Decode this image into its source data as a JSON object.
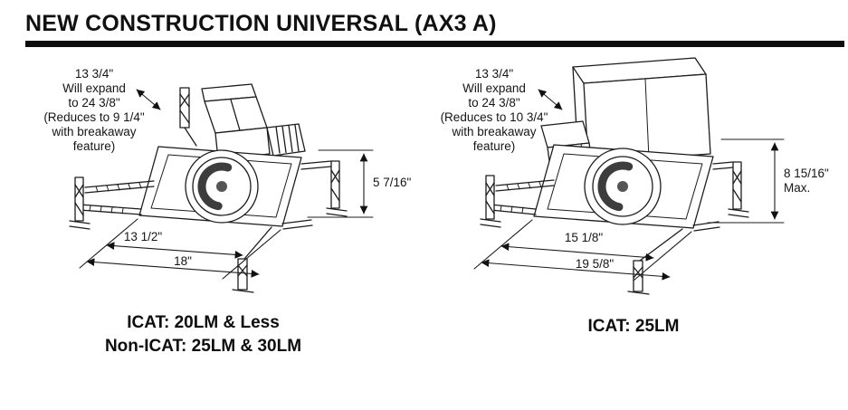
{
  "title": "NEW CONSTRUCTION UNIVERSAL (AX3 A)",
  "diagrams": {
    "left": {
      "expand_note": "13 3/4\"\nWill expand\nto 24 3/8\"\n(Reduces to 9 1/4\"\nwith breakaway\nfeature)",
      "height_dim": "5 7/16\"",
      "width_inner_dim": "13 1/2\"",
      "width_outer_dim": "18\"",
      "caption": "ICAT: 20LM & Less\nNon-ICAT: 25LM & 30LM"
    },
    "right": {
      "expand_note": "13 3/4\"\nWill expand\nto 24 3/8\"\n(Reduces to 10 3/4\"\nwith breakaway\nfeature)",
      "height_dim": "8 15/16\"\nMax.",
      "width_inner_dim": "15 1/8\"",
      "width_outer_dim": "19 5/8\"",
      "caption": "ICAT: 25LM"
    }
  },
  "colors": {
    "ink": "#1c1c1c",
    "accent": "#0d0d0d"
  }
}
